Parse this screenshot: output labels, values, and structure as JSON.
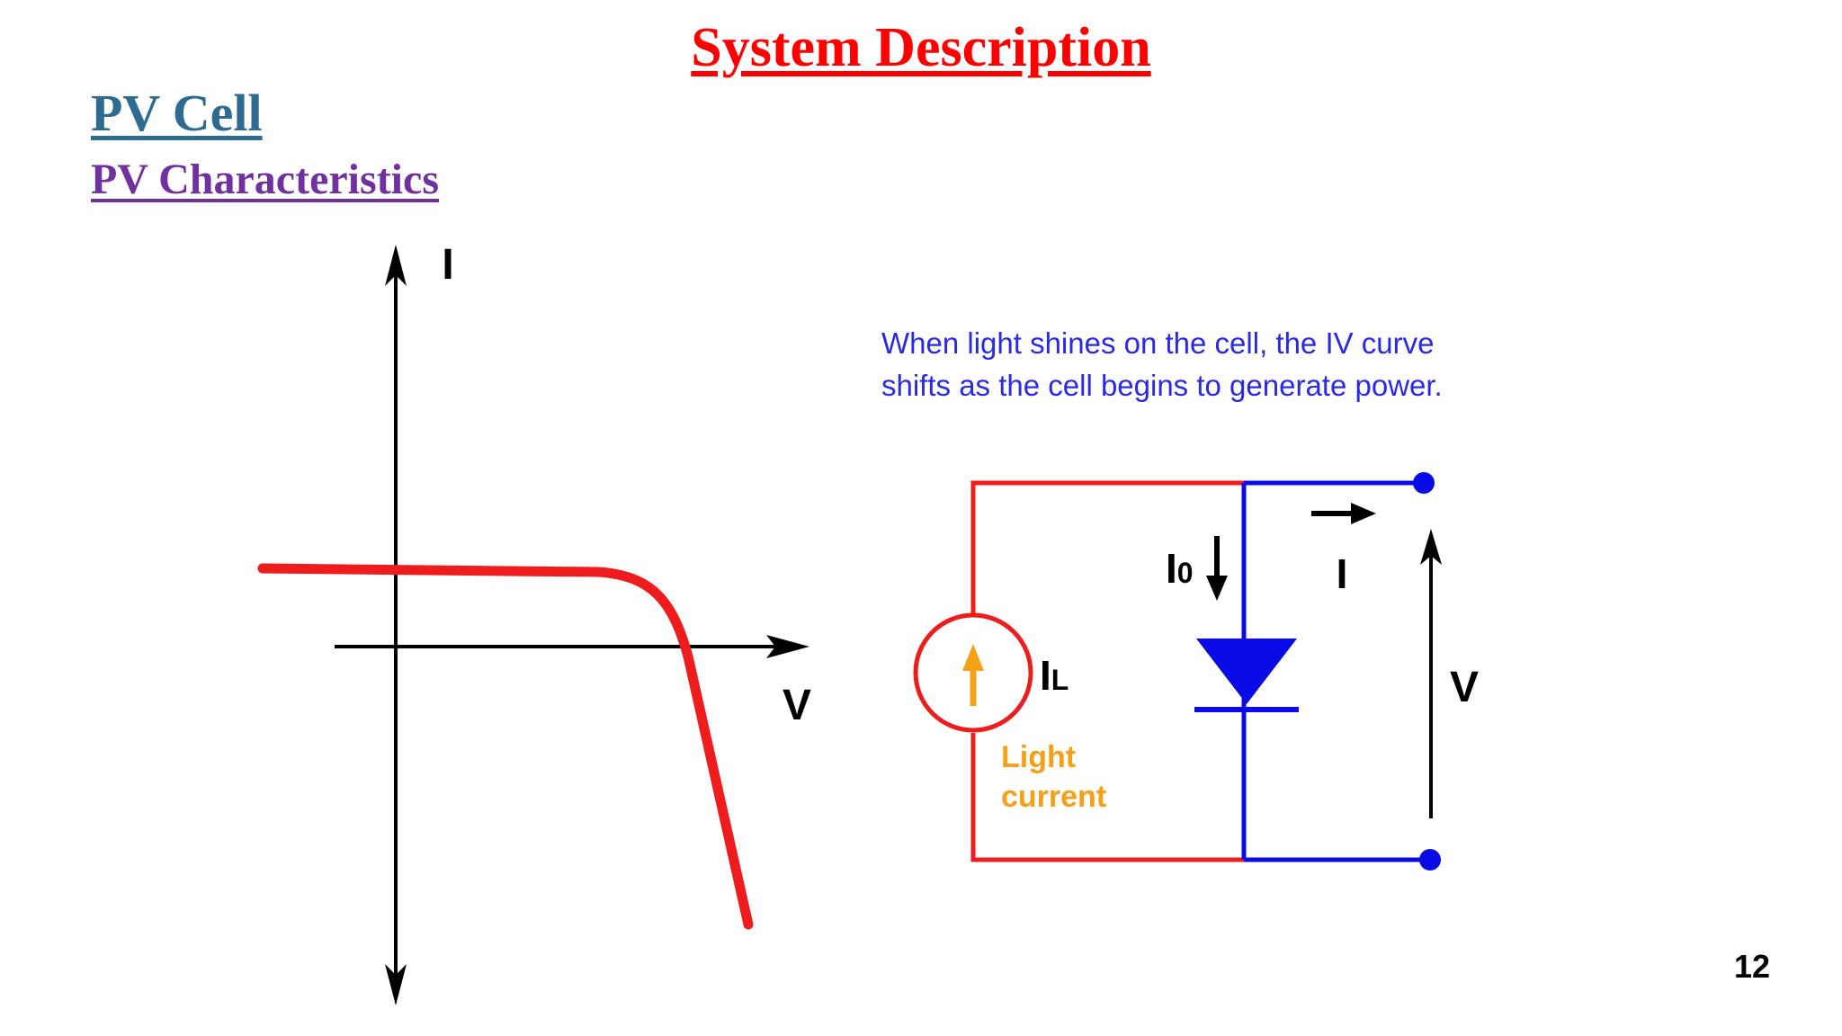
{
  "slide": {
    "title": "System Description",
    "heading": "PV Cell",
    "subheading": "PV Characteristics",
    "page_number": "12"
  },
  "iv_graph": {
    "y_axis_label": "I",
    "x_axis_label": "V",
    "curve_color": "#ee1c1c"
  },
  "circuit": {
    "caption_line1": "When light shines on the cell, the IV curve",
    "caption_line2": "shifts as the cell begins to generate power.",
    "source_label_main": "I",
    "source_label_sub": "L",
    "light_current_line1": "Light",
    "light_current_line2": "current",
    "diode_label_main": "I",
    "diode_label_sub": "0",
    "output_current_label": "I",
    "voltage_label": "V",
    "red_wire_color": "#ee1c1c",
    "blue_wire_color": "#0a0ae6",
    "arrow_color": "#f5a015"
  }
}
